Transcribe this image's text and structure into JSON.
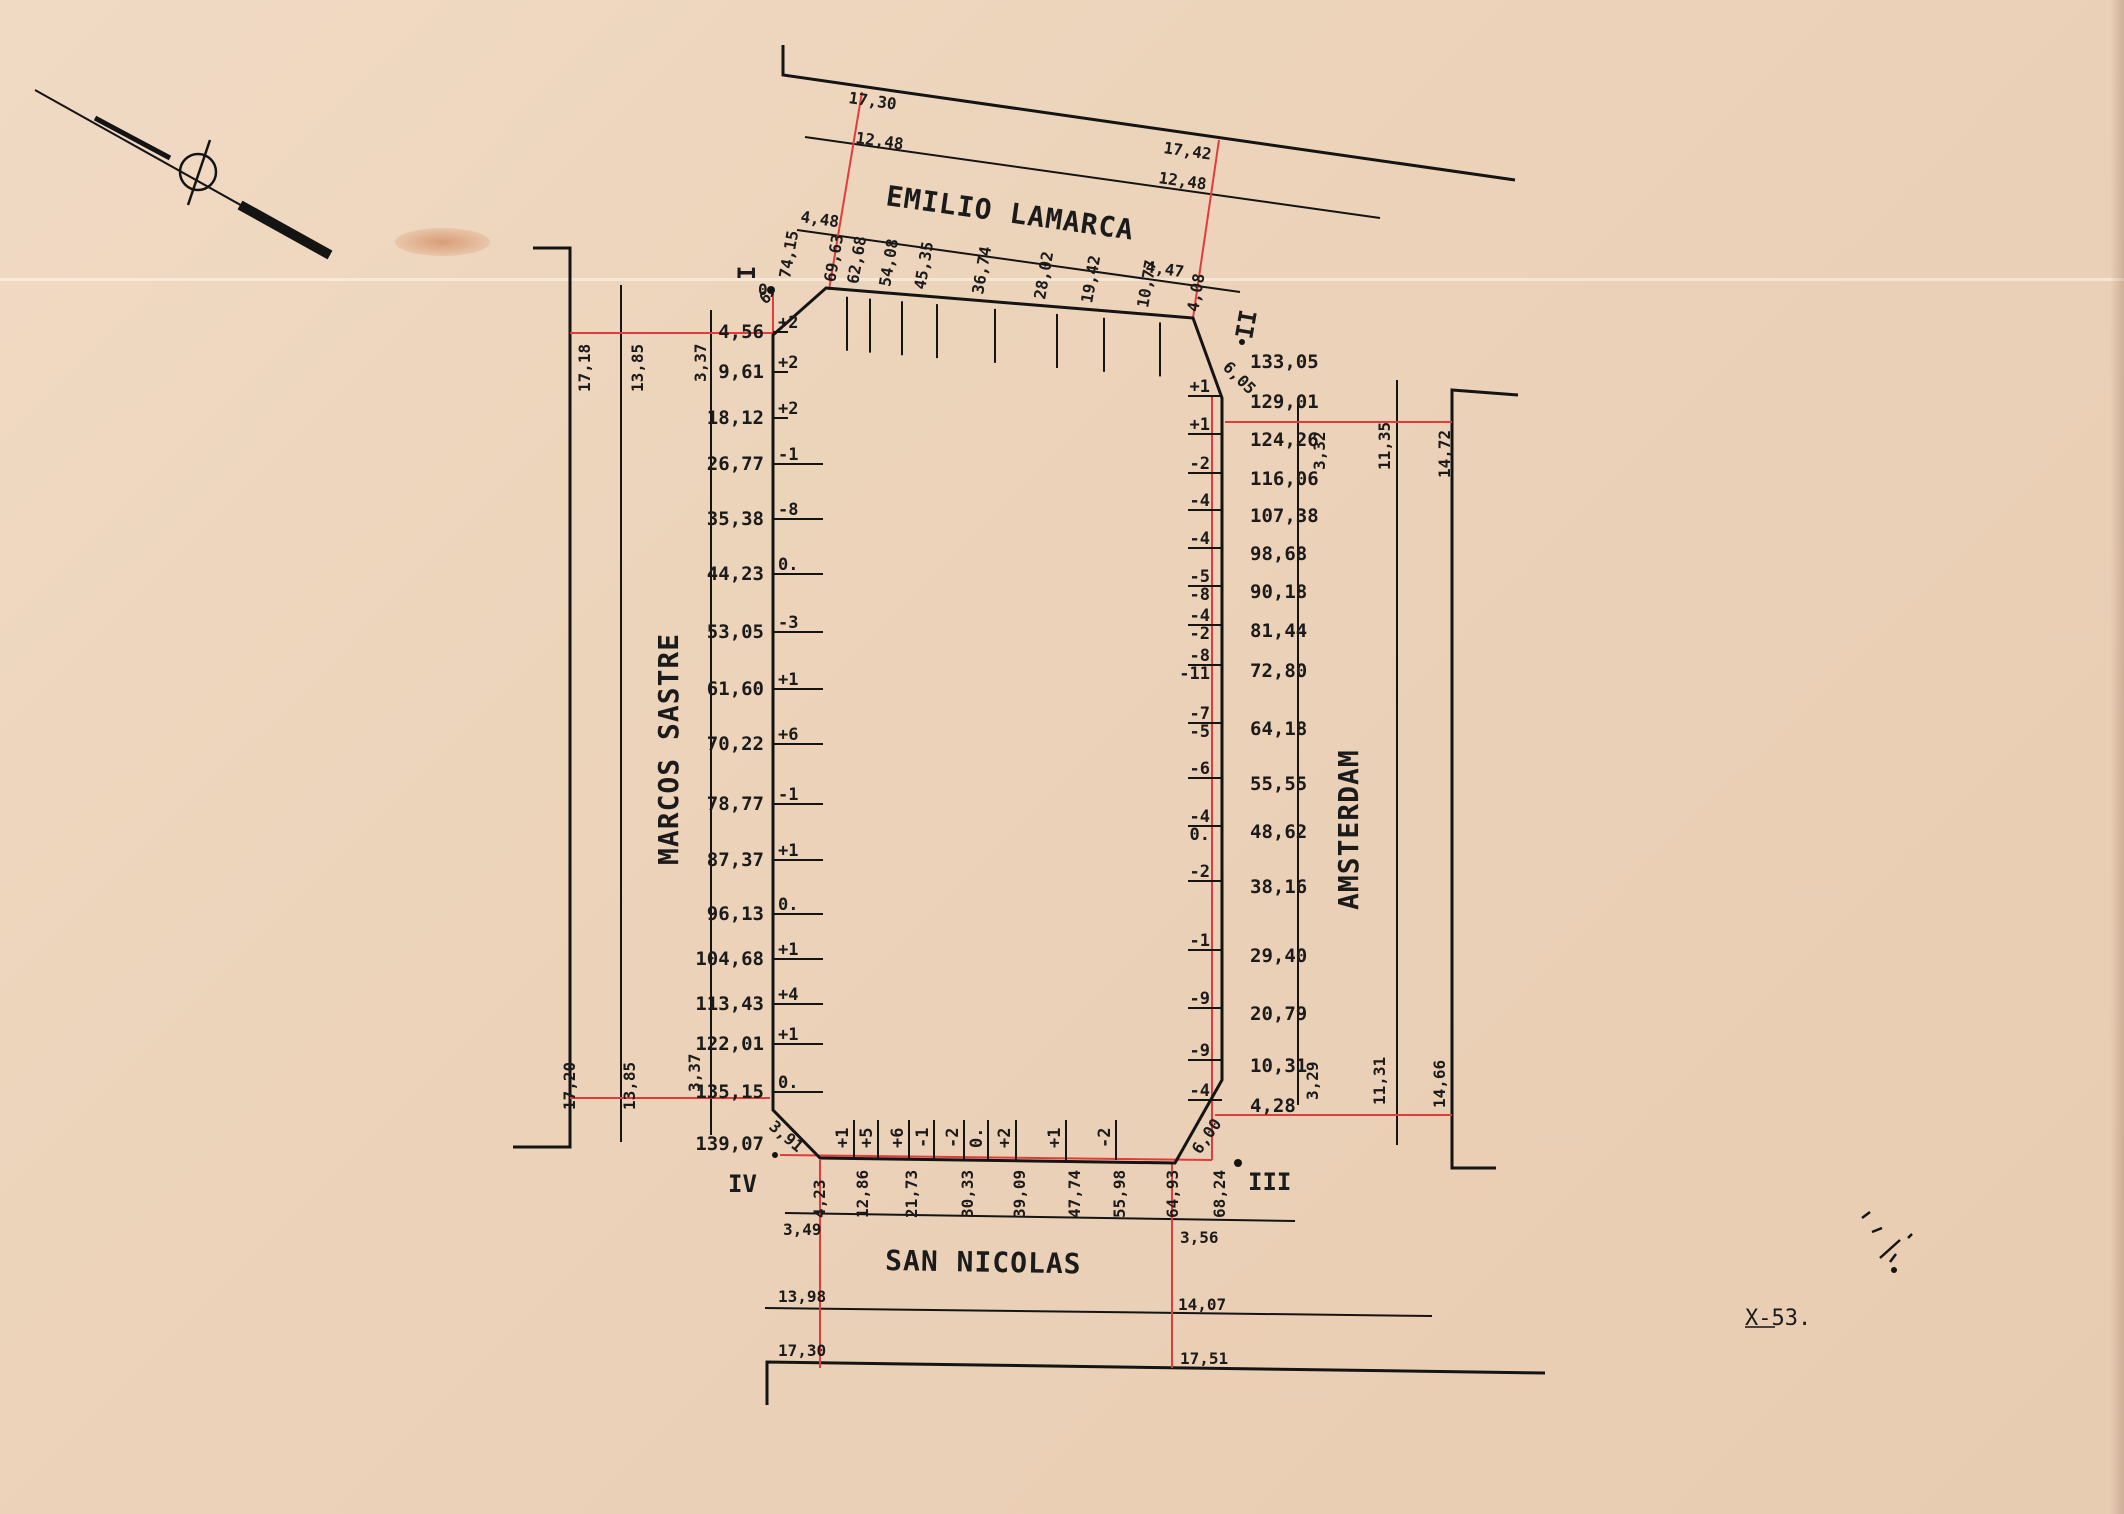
{
  "streets": {
    "north": "EMILIO LAMARCA",
    "west": "MARCOS SASTRE",
    "east": "AMSTERDAM",
    "south": "SAN NICOLAS"
  },
  "corners": {
    "I": "I",
    "II": "II",
    "III": "III",
    "IV": "IV"
  },
  "sheet_mark": "X-53.",
  "north_block": {
    "top_labels": [
      "17,30",
      "12,48",
      "17,42",
      "12,48",
      "4,48",
      "4,47"
    ],
    "frontage": [
      "74,15",
      "69,63",
      "62,68",
      "54,08",
      "45,35",
      "36,74",
      "28,02",
      "19,42",
      "10,77",
      "4,08"
    ],
    "corner_small": [
      "6",
      "0,"
    ]
  },
  "west_block": {
    "outer_labels": [
      "17,18",
      "13,85",
      "3,37",
      "17,20",
      "13,85",
      "3,37"
    ],
    "frontage": [
      "4,56",
      "9,61",
      "18,12",
      "26,77",
      "35,38",
      "44,23",
      "53,05",
      "61,60",
      "70,22",
      "78,77",
      "87,37",
      "96,13",
      "104,68",
      "113,43",
      "122,01",
      "135,15",
      "139,07"
    ],
    "deltas": [
      "+2",
      "+2",
      "+2",
      "-1",
      "-8",
      "0.",
      "-3",
      "+1",
      "+6",
      "-1",
      "+1",
      "0.",
      "+1",
      "+4",
      "+1",
      "0."
    ],
    "corner_small": "3,91"
  },
  "east_block": {
    "outer_labels": [
      "3,32",
      "11,35",
      "14,72",
      "3,29",
      "11,31",
      "14,66"
    ],
    "frontage": [
      "133,05",
      "129,01",
      "124,26",
      "116,06",
      "107,38",
      "98,68",
      "90,18",
      "81,44",
      "72,80",
      "64,18",
      "55,55",
      "48,62",
      "38,16",
      "29,40",
      "20,79",
      "10,31",
      "4,28"
    ],
    "deltas": [
      "+1",
      "+1",
      "-2",
      "-4",
      "-4",
      "-5",
      "-4",
      "-8",
      "-7",
      "-6",
      "-4",
      "-2",
      "-1",
      "-9",
      "-9",
      "-4"
    ],
    "deltas_second": [
      "-8",
      "-2",
      "-11",
      "-5",
      "0."
    ],
    "corner_small": [
      "6,05",
      "6,00"
    ]
  },
  "south_block": {
    "frontage": [
      "4,23",
      "12,86",
      "21,73",
      "30,33",
      "39,09",
      "47,74",
      "55,98",
      "64,93",
      "68,24"
    ],
    "deltas": [
      "+1",
      "+5",
      "+6",
      "-1",
      "-2",
      "0.",
      "+2",
      "+1",
      "-2"
    ],
    "bottom_labels": [
      "3,49",
      "3,56",
      "13,98",
      "14,07",
      "17,30",
      "17,51"
    ]
  }
}
